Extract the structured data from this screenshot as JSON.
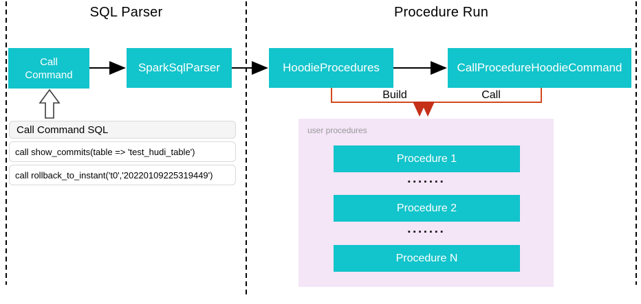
{
  "colors": {
    "teal": "#12c4cb",
    "orange_line": "#d2481e",
    "orange_head": "#c43018",
    "lavender": "#f4e5f7",
    "muted_text": "#999999"
  },
  "sections": {
    "sql_parser": {
      "title": "SQL Parser"
    },
    "procedure_run": {
      "title": "Procedure Run"
    }
  },
  "nodes": {
    "call_command": {
      "line1": "Call",
      "line2": "Command"
    },
    "spark_sql_parser": "SparkSqlParser",
    "hoodie_procedures": "HoodieProcedures",
    "call_procedure_hoodie_command": "CallProcedureHoodieCommand"
  },
  "sql_panel": {
    "header": "Call Command SQL",
    "rows": [
      "call show_commits(table => 'test_hudi_table')",
      "call rollback_to_instant('t0','20220109225319449')"
    ]
  },
  "edges": {
    "build_label": "Build",
    "call_label": "Call"
  },
  "user_procedures": {
    "label": "user procedures",
    "items": [
      "Procedure 1",
      "Procedure 2",
      "Procedure N"
    ],
    "ellipsis": "▪▪▪▪▪▪▪"
  }
}
